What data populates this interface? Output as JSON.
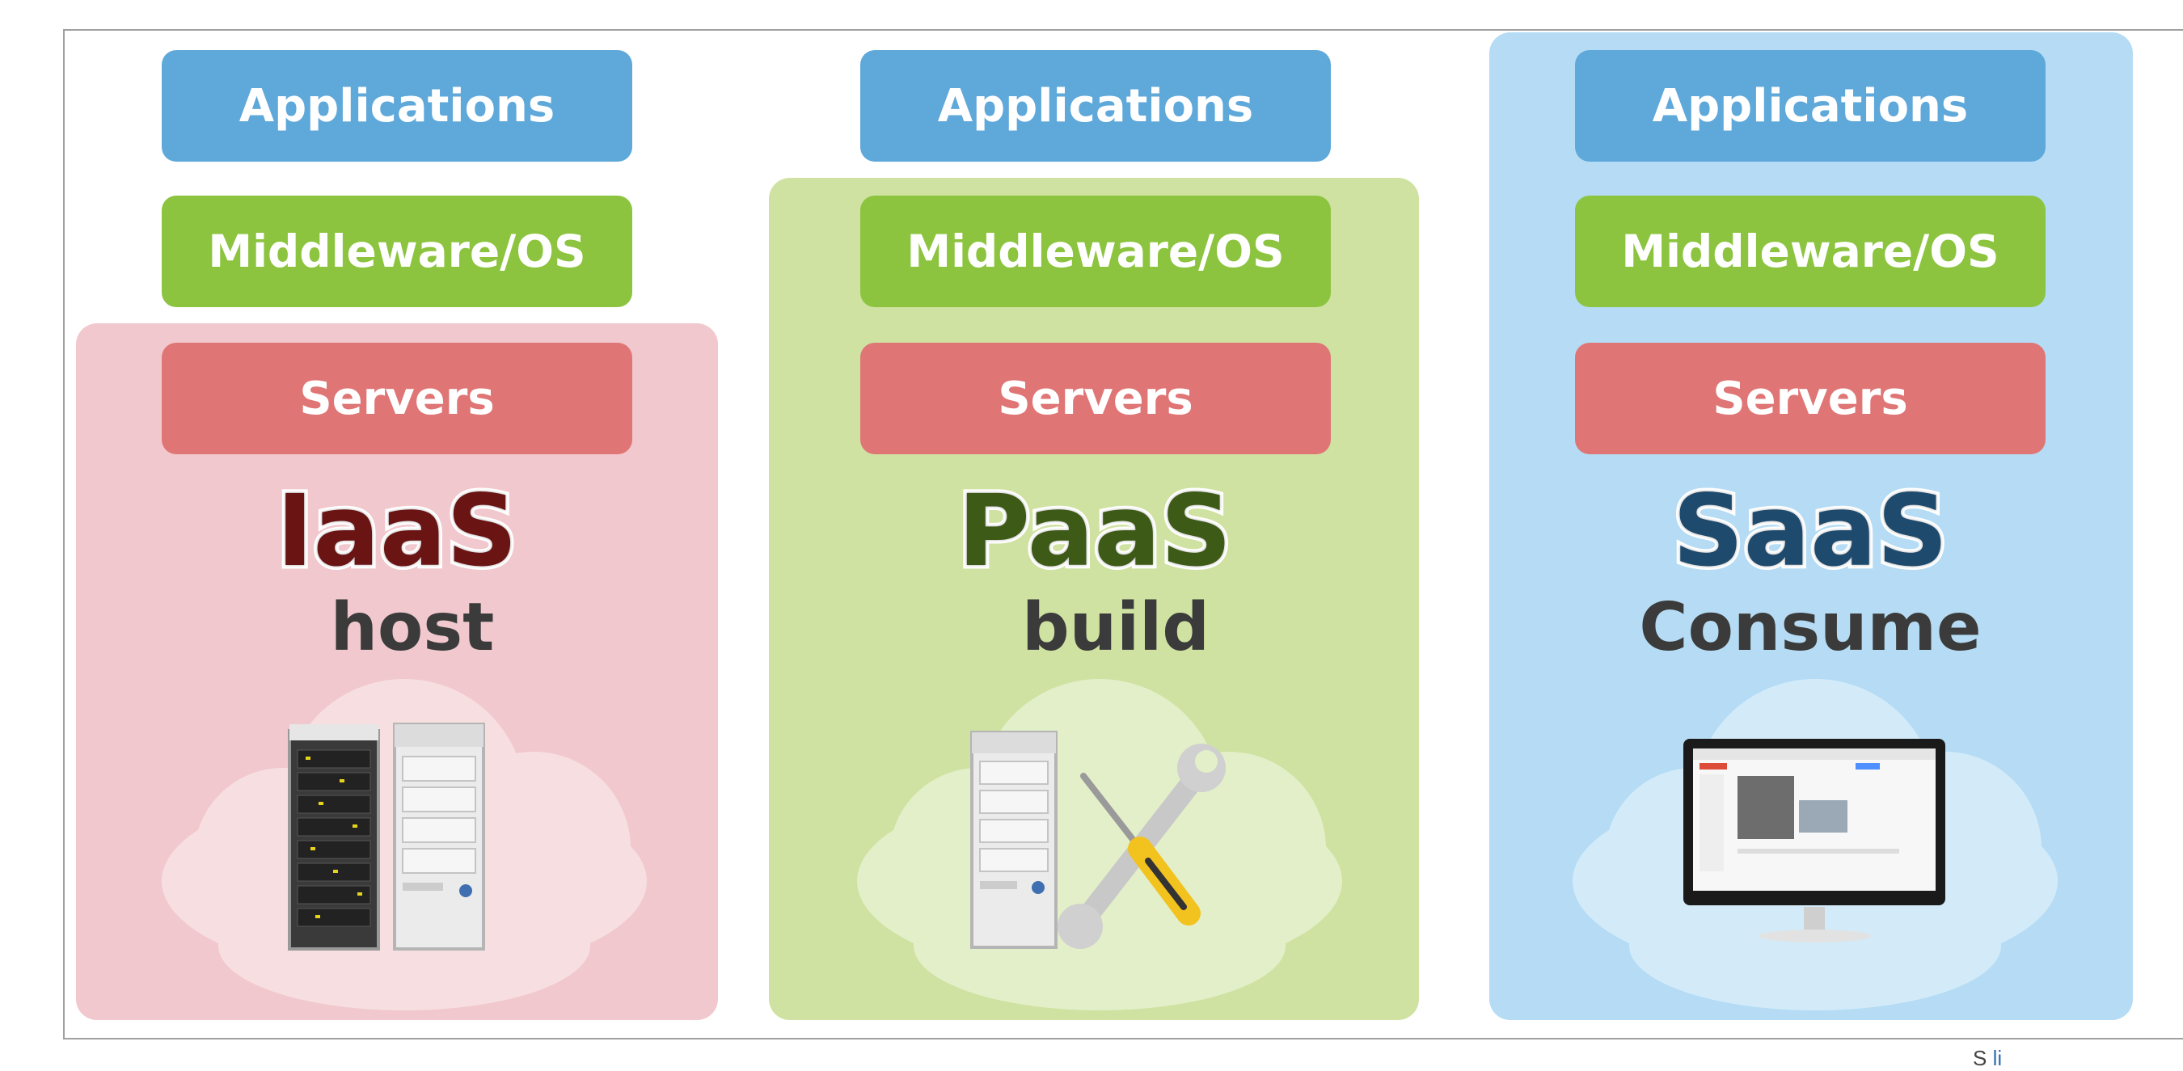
{
  "columns": [
    {
      "layers": {
        "applications": "Applications",
        "middleware": "Middleware/OS",
        "servers": "Servers"
      },
      "model": "IaaS",
      "verb": "host",
      "model_color": "#6b1414",
      "panel_color": "#f1c8cd",
      "illustration": "server-rack-and-tower-in-cloud"
    },
    {
      "layers": {
        "applications": "Applications",
        "middleware": "Middleware/OS",
        "servers": "Servers"
      },
      "model": "PaaS",
      "verb": "build",
      "model_color": "#3d5a16",
      "panel_color": "#cfe2a1",
      "illustration": "server-tower-screwdriver-wrench-in-cloud"
    },
    {
      "layers": {
        "applications": "Applications",
        "middleware": "Middleware/OS",
        "servers": "Servers"
      },
      "model": "SaaS",
      "verb": "Consume",
      "model_color": "#1e4a6e",
      "panel_color": "#b5dcf4",
      "illustration": "monitor-with-web-app-in-cloud"
    }
  ],
  "layer_colors": {
    "applications": "#5fa8da",
    "middleware": "#8cc43f",
    "servers": "#e07575"
  },
  "source": {
    "prefix": "S",
    "link": "li"
  }
}
